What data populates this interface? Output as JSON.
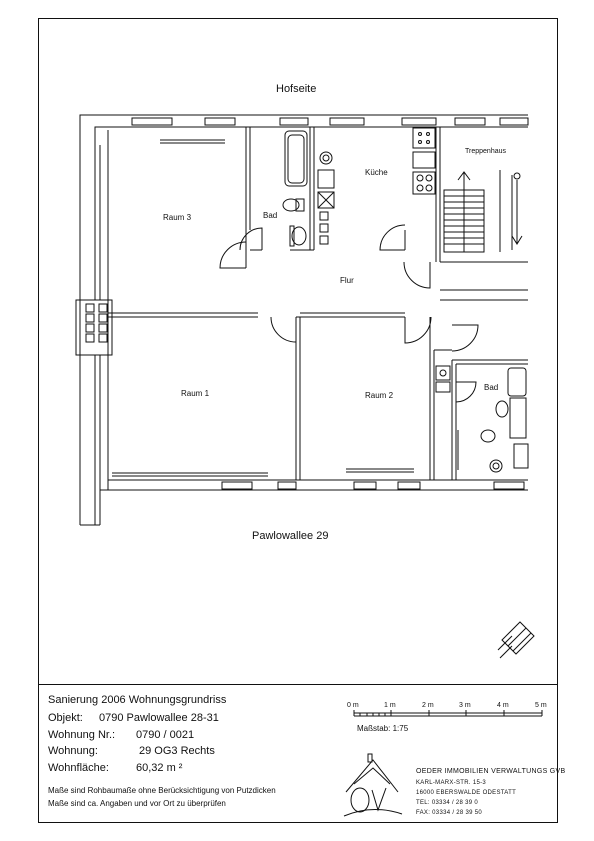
{
  "plan": {
    "hofseite": "Hofseite",
    "street": "Pawlowallee 29",
    "rooms": {
      "raum3": "Raum 3",
      "raum1": "Raum 1",
      "raum2": "Raum 2",
      "bad1": "Bad",
      "bad2": "Bad",
      "kueche": "Küche",
      "flur": "Flur",
      "treppenhaus": "Treppenhaus"
    }
  },
  "title_block": {
    "heading": "Sanierung 2006 Wohnungsgrundriss",
    "rows": [
      {
        "label": "Objekt:",
        "value": "0790  Pawlowallee 28-31"
      },
      {
        "label": "Wohnung Nr.:",
        "value": "0790 / 0021"
      },
      {
        "label": "Wohnung:",
        "value": "29 OG3 Rechts"
      },
      {
        "label": "Wohnfläche:",
        "value": "60,32 m ²"
      }
    ],
    "notes": [
      "Maße sind Rohbaumaße ohne Berücksichtigung von Putzdicken",
      "Maße sind ca. Angaben und vor Ort zu überprüfen"
    ]
  },
  "scale": {
    "ticks": [
      "0 m",
      "1 m",
      "2 m",
      "3 m",
      "4 m",
      "5 m"
    ],
    "label": "Maßstab: 1:75"
  },
  "company": {
    "lines": [
      "OEDER IMMOBILIEN VERWALTUNGS GVB",
      "KARL-MARX-STR. 15-3",
      "16000 EBERSWALDE ODESTATT",
      "TEL: 03334 / 28 39 0",
      "FAX: 03334 / 28 39 50"
    ]
  },
  "icons": [
    "north-arrow-icon",
    "company-logo-icon"
  ]
}
